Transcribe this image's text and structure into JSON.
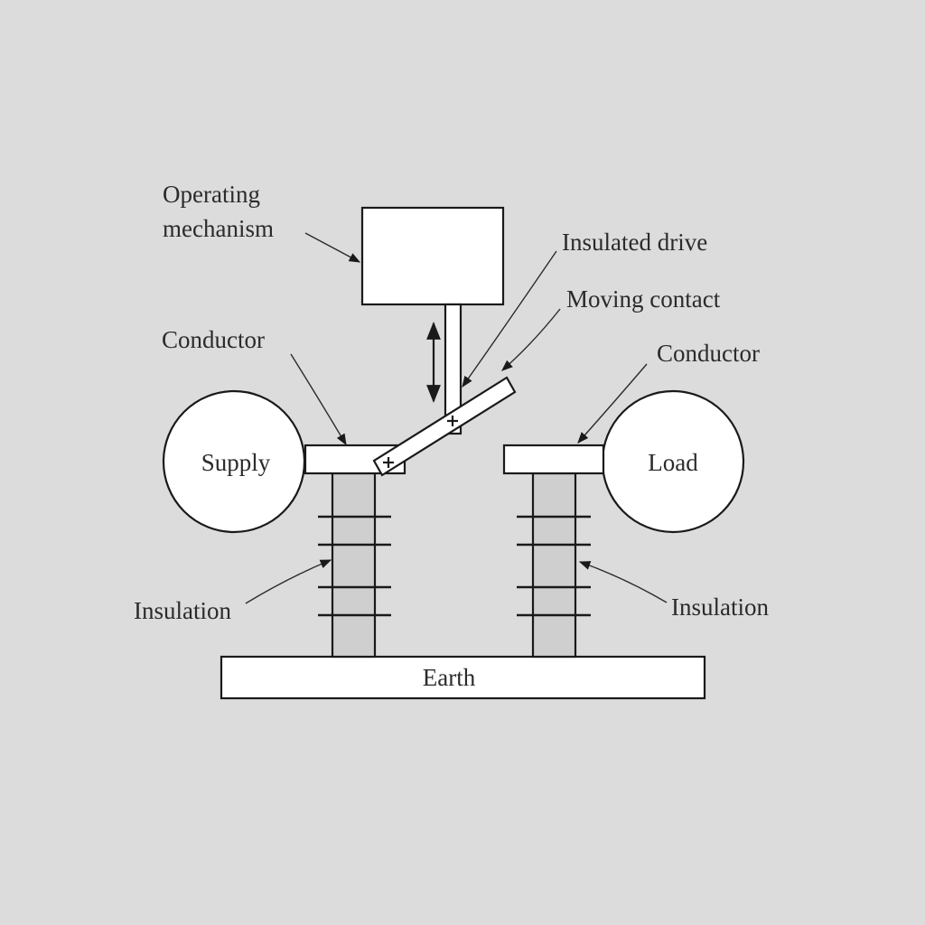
{
  "labels": {
    "operating_mechanism_line1": "Operating",
    "operating_mechanism_line2": "mechanism",
    "insulated_drive": "Insulated drive",
    "moving_contact": "Moving contact",
    "conductor_left": "Conductor",
    "conductor_right": "Conductor",
    "supply": "Supply",
    "load": "Load",
    "insulation_left": "Insulation",
    "insulation_right": "Insulation",
    "earth": "Earth"
  },
  "colors": {
    "background": "#dcdcdc",
    "outline": "#1a1a1a",
    "insulator_fill": "#cfcfcf",
    "text": "#2b2b2b"
  }
}
